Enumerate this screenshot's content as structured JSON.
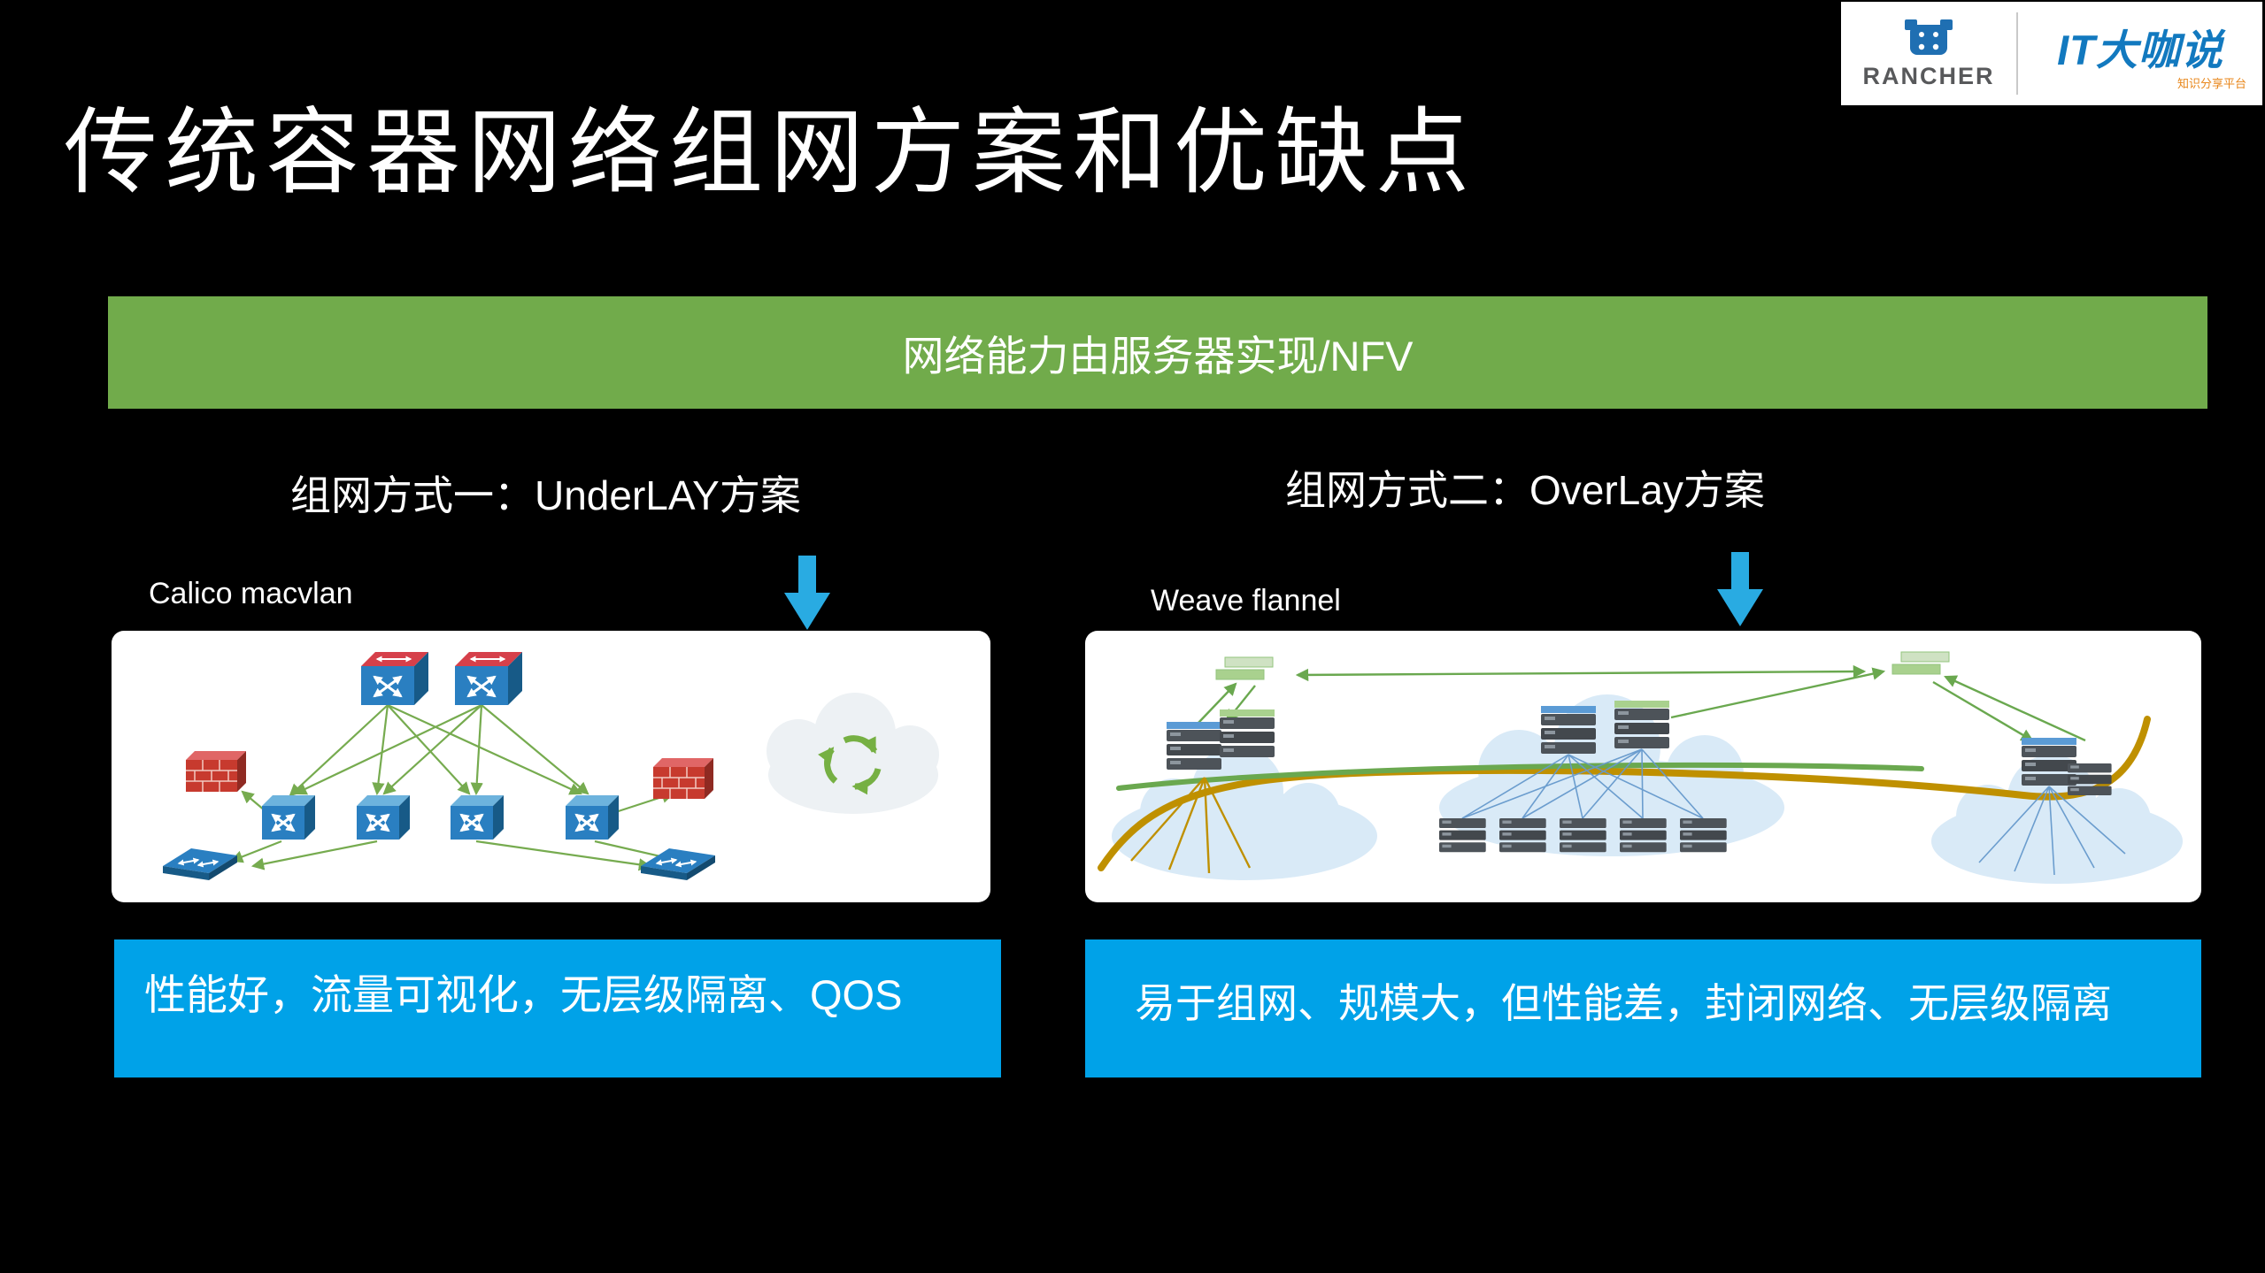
{
  "slide": {
    "title": "传统容器网络组网方案和优缺点",
    "background_color": "#000000"
  },
  "logos": {
    "rancher_text": "RANCHER",
    "it_talk_text": "IT大咖说",
    "it_talk_subtext": "知识分享平台"
  },
  "nfv_banner": {
    "text": "网络能力由服务器实现/NFV",
    "color": "#71ab4b"
  },
  "underlay": {
    "heading": "组网方式一：UnderLAY方案",
    "label": "Calico macvlan",
    "summary": "性能好，流量可视化，无层级隔离、QOS"
  },
  "overlay": {
    "heading": "组网方式二：OverLay方案",
    "label": "Weave flannel",
    "summary": "易于组网、规模大，但性能差，封闭网络、无层级隔离"
  },
  "colors": {
    "summary_banner": "#00a2e8",
    "down_arrow": "#29abe2",
    "diagram_link_green": "#76ab4f",
    "flow_olive": "#bf9000",
    "logo_blue": "#1279bf"
  },
  "icons": {
    "down_arrow": "blue-down-arrow",
    "cloud_recycle": "cloud-with-recycle-symbol",
    "switch": "cisco-switch-cube",
    "router": "cisco-router-cube",
    "firewall": "brick-firewall-wall",
    "server_stack": "server-stack",
    "cloud": "network-cloud",
    "rancher_bull": "rancher-bull-head"
  }
}
